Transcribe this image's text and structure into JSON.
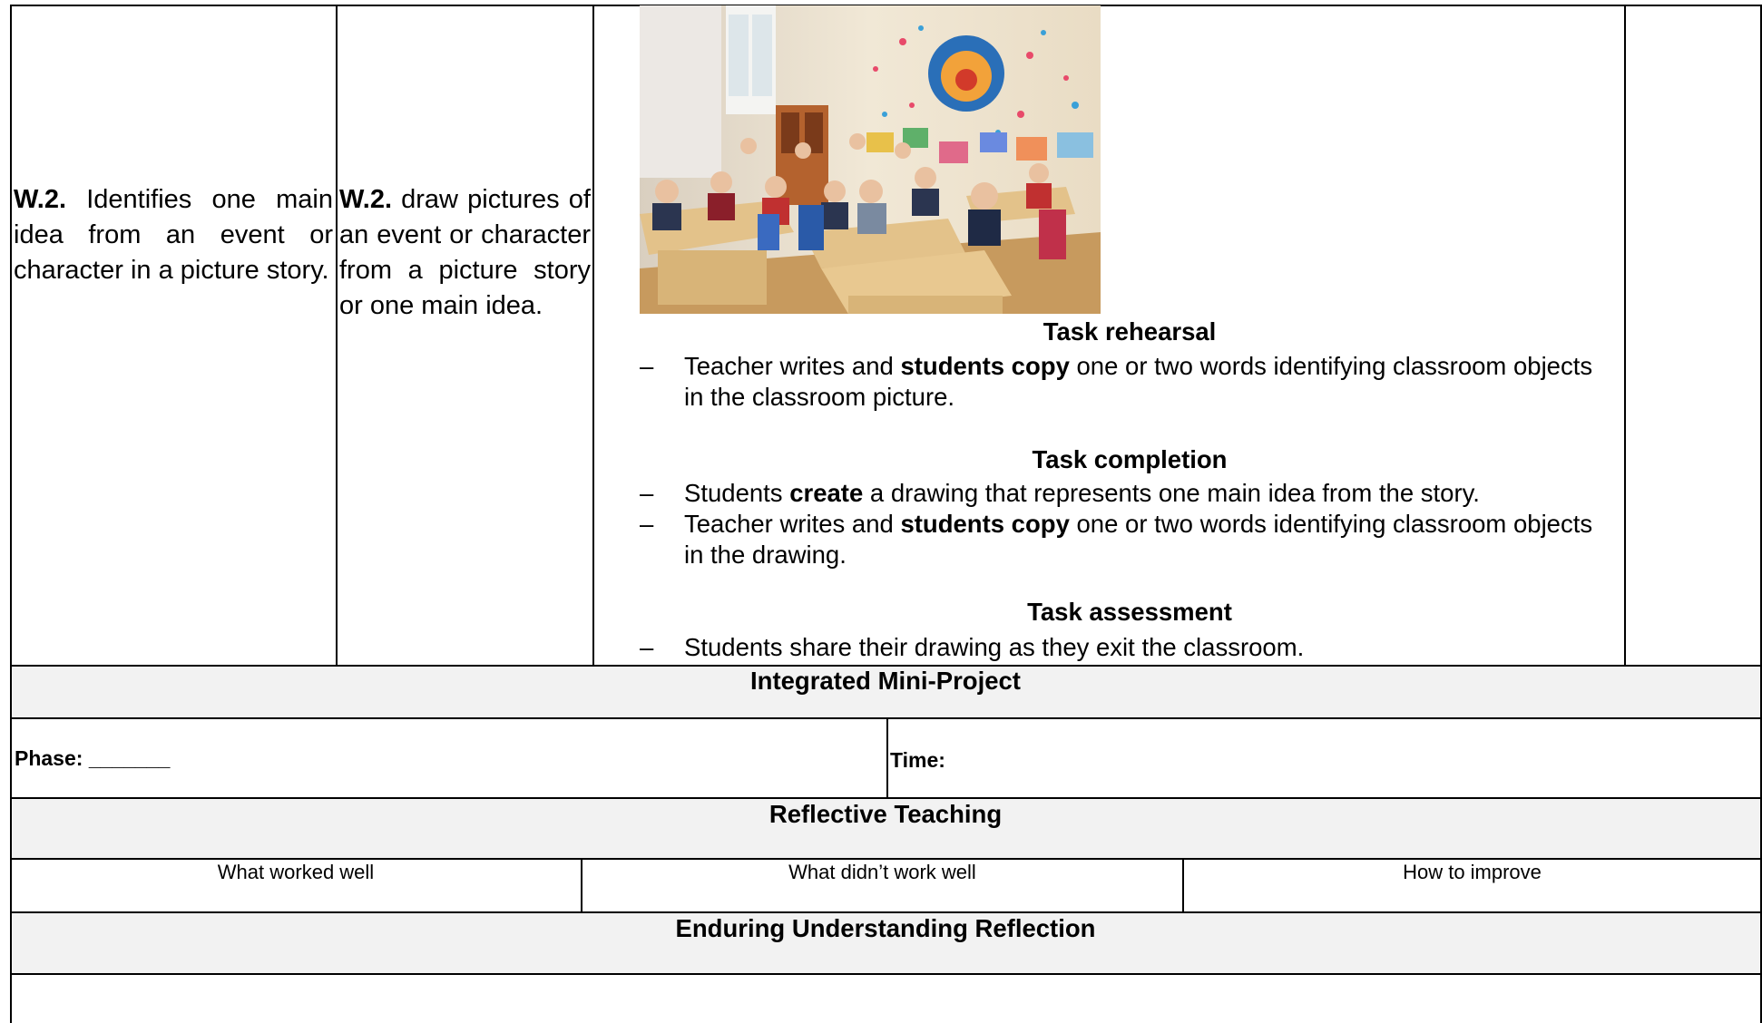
{
  "objectives": {
    "learning_code": "W.2.",
    "learning_text": " Identifies one main idea from an event or character in a picture story.",
    "success_code": "W.2.",
    "success_text": " draw pictures of an event or character from a picture story or one main idea."
  },
  "activities": {
    "photo_icon": "classroom-photo",
    "rehearsal": {
      "heading": "Task rehearsal",
      "bullets": [
        {
          "pre": "Teacher writes and ",
          "bold": "students copy",
          "post": " one or two words identifying classroom objects in the classroom picture."
        }
      ]
    },
    "completion": {
      "heading": "Task completion",
      "bullets": [
        {
          "pre": "Students ",
          "bold": "create",
          "post": " a drawing that represents one main idea from the story."
        },
        {
          "pre": "Teacher writes and ",
          "bold": "students copy",
          "post": " one or two words identifying classroom objects in the drawing."
        }
      ]
    },
    "assessment": {
      "heading": "Task assessment",
      "bullets": [
        {
          "pre": "Students share their drawing as they exit the classroom.",
          "bold": "",
          "post": ""
        }
      ]
    },
    "dash": "–"
  },
  "mini_project": {
    "title": "Integrated Mini-Project",
    "phase_label": "Phase: _______",
    "time_label": "Time:"
  },
  "reflective": {
    "title": "Reflective Teaching",
    "columns": [
      "What worked well",
      "What didn’t work well",
      "How to improve"
    ]
  },
  "enduring": {
    "title": "Enduring Understanding Reflection"
  },
  "colors": {
    "header_fill": "#f2f2f2",
    "border": "#000000"
  }
}
